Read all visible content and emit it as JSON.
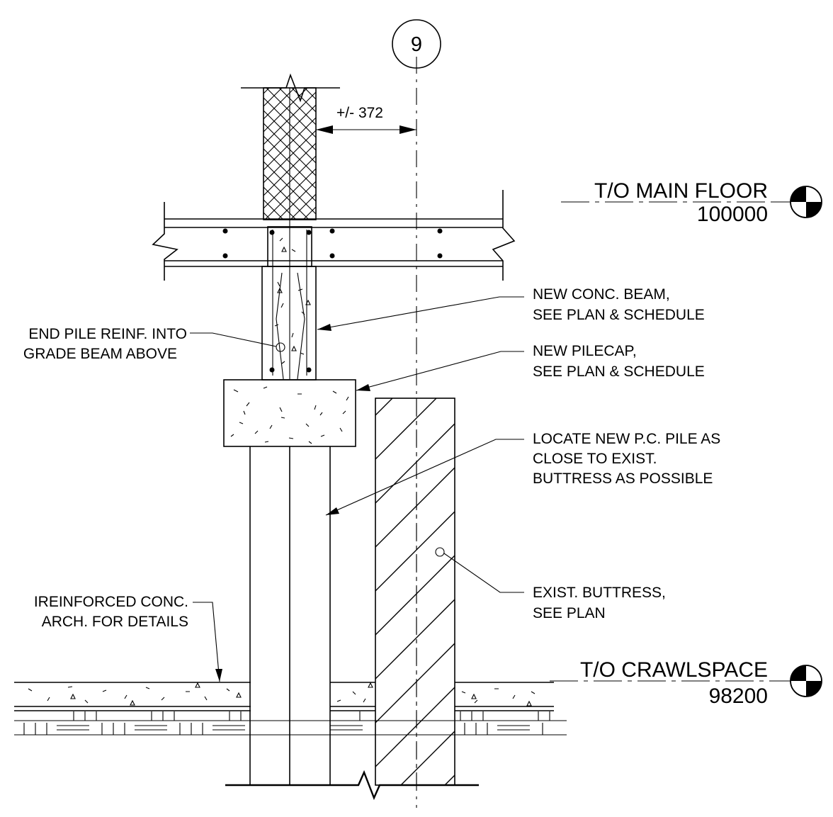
{
  "grid": {
    "label": "9"
  },
  "dimension": {
    "text": "+/- 372"
  },
  "levels": [
    {
      "name": "T/O MAIN FLOOR",
      "elevation": "100000"
    },
    {
      "name": "T/O CRAWLSPACE",
      "elevation": "98200"
    }
  ],
  "notes": {
    "beam": [
      "NEW CONC. BEAM,",
      "SEE PLAN & SCHEDULE"
    ],
    "pilecap": [
      "NEW PILECAP,",
      "SEE PLAN & SCHEDULE"
    ],
    "pile": [
      "LOCATE NEW P.C. PILE AS",
      "CLOSE TO EXIST.",
      "BUTTRESS AS POSSIBLE"
    ],
    "buttress": [
      "EXIST. BUTTRESS,",
      "SEE PLAN"
    ],
    "extend": [
      "END PILE REINF. INTO",
      "GRADE BEAM ABOVE"
    ],
    "slab": [
      "IREINFORCED CONC.",
      "ARCH. FOR DETAILS"
    ]
  },
  "colors": {
    "line": "#000000",
    "background": "#ffffff"
  }
}
